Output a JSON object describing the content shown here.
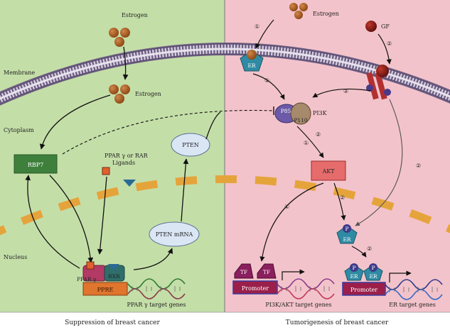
{
  "panels": {
    "left_caption": "Suppression of breast cancer",
    "right_caption": "Tumorigenesis of breast cancer"
  },
  "compartments": {
    "membrane": "Membrane",
    "cytoplasm": "Cytoplasm",
    "nucleus": "Nucleus"
  },
  "left": {
    "estrogen_top": "Estrogen",
    "estrogen_inner": "Estrogen",
    "rbp7": "RBP7",
    "ligands_line1": "PPAR γ or RAR",
    "ligands_line2": "Ligands",
    "pten": "PTEN",
    "pten_mrna": "PTEN mRNA",
    "ppar_gamma": "PPAR γ",
    "rxr": "RXR",
    "ppre": "PPRE",
    "target_genes": "PPAR γ target genes"
  },
  "right": {
    "estrogen": "Estrogen",
    "gf": "GF",
    "er_membrane": "ER",
    "p85": "P85",
    "p110": "P110",
    "pi3k": "PI3K",
    "akt": "AKT",
    "p_marker": "P",
    "er_nuclear": "ER",
    "tf": "TF",
    "promoter": "Promoter",
    "pi3k_targets": "PI3K/AKT target genes",
    "er_targets": "ER target genes",
    "step1": "①",
    "step2": "②"
  },
  "colors": {
    "left_bg": "#c4dea8",
    "right_bg": "#f3c3cb",
    "estrogen_ball": "#a8561c",
    "rbp7_box": "#3e7f3c",
    "akt_box": "#e66c6c",
    "pten_oval": "#dbe6f5",
    "nuclear_dash": "#e5a43b",
    "receptor": "#2f8ba3",
    "tf": "#8a1f5e",
    "promoter": "#9b1f4a"
  }
}
